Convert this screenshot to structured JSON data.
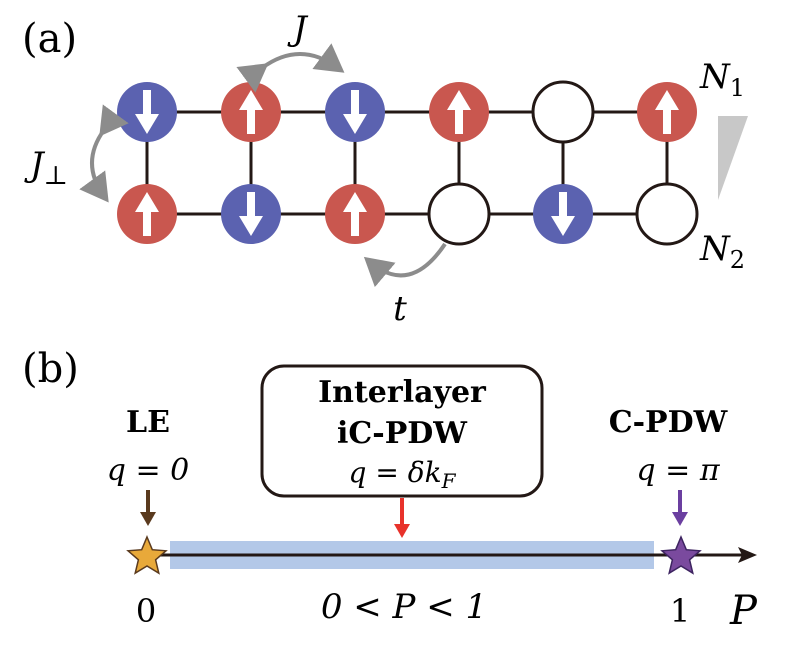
{
  "panel_a": {
    "label": "(a)",
    "coupling_J": "J",
    "coupling_Jperp_base": "J",
    "coupling_Jperp_sub": "⊥",
    "hopping_t": "t",
    "layer_top_base": "N",
    "layer_top_sub": "1",
    "layer_bottom_base": "N",
    "layer_bottom_sub": "2",
    "top_row": [
      "down",
      "up",
      "down",
      "up",
      "hole",
      "up"
    ],
    "bottom_row": [
      "up",
      "down",
      "up",
      "hole",
      "down",
      "hole"
    ],
    "colors": {
      "spin_down": "#5b62b0",
      "spin_up": "#c9574f",
      "hole": "#ffffff",
      "bond": "#231815",
      "arrow_gray": "#8c8c8c",
      "wedge": "#c8c8c8"
    }
  },
  "panel_b": {
    "label": "(b)",
    "left_phase": {
      "name": "LE",
      "q": "q = 0"
    },
    "box_phase": {
      "line1": "Interlayer",
      "line2": "iC-PDW",
      "q_text": "q = δk",
      "q_sub": "F"
    },
    "right_phase": {
      "name": "C-PDW",
      "q": "q = π"
    },
    "axis_label": "P",
    "tick_left": "0",
    "tick_right": "1",
    "range_label": "0 < P < 1",
    "colors": {
      "le_star": "#e8a93a",
      "cpdw_star": "#7a4a9e",
      "band": "#b3c8e8",
      "arrow_le": "#5a3a1e",
      "arrow_box": "#e8322b",
      "arrow_cpdw": "#6b3fa0"
    }
  }
}
